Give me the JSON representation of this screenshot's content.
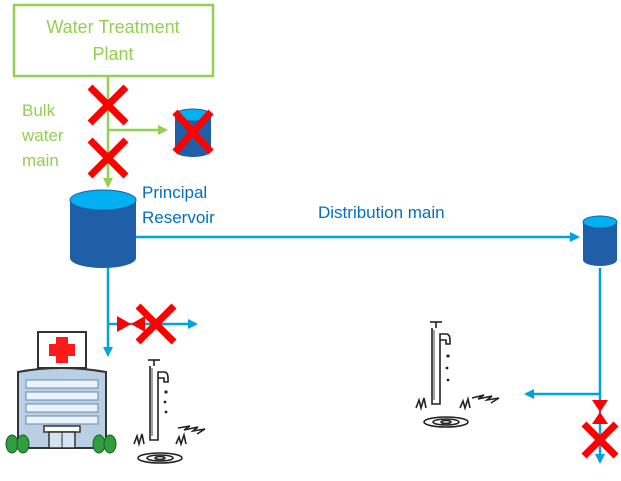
{
  "colors": {
    "green": "#92d050",
    "blue": "#00a3e0",
    "label_blue": "#0070c0",
    "red": "#ff0000",
    "tank_dark": "#1f5fa8",
    "tank_light": "#00b0f0"
  },
  "plant": {
    "line1": "Water Treatment",
    "line2": "Plant"
  },
  "bulk_main": {
    "line1": "Bulk",
    "line2": "water",
    "line3": "main"
  },
  "principal_reservoir": {
    "line1": "Principal",
    "line2": "Reservoir"
  },
  "distribution_main": {
    "label": "Distribution main"
  },
  "icons": {
    "hospital": "hospital-icon",
    "tap": "standpipe-tap-icon",
    "valve": "valve-icon",
    "failure": "red-cross-icon",
    "reservoir": "reservoir-tank-icon"
  }
}
